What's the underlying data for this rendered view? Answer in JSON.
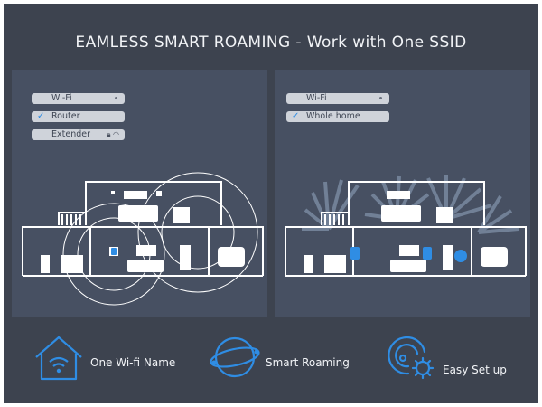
{
  "headline": "EAMLESS SMART ROAMING - Work with One SSID",
  "left_panel": {
    "pills": [
      {
        "label": "Wi-Fi",
        "checked": false,
        "trail": "dot"
      },
      {
        "label": "Router",
        "checked": true,
        "trail": ""
      },
      {
        "label": "Extender",
        "checked": false,
        "trail": "lock-wifi"
      }
    ]
  },
  "right_panel": {
    "pills": [
      {
        "label": "Wi-Fi",
        "checked": false,
        "trail": "dot"
      },
      {
        "label": "Whole home",
        "checked": true,
        "trail": ""
      }
    ]
  },
  "features": [
    {
      "label": "One Wi-fi Name",
      "icon": "house-wifi-icon"
    },
    {
      "label": "Smart Roaming",
      "icon": "globe-orbit-icon"
    },
    {
      "label": "Easy Set up",
      "icon": "signal-gear-icon"
    }
  ],
  "colors": {
    "background": "#3d434f",
    "panel": "#475062",
    "accent": "#2f8de4",
    "line": "#ffffff"
  },
  "check_glyph": "✓",
  "lock_glyph": "🔒"
}
